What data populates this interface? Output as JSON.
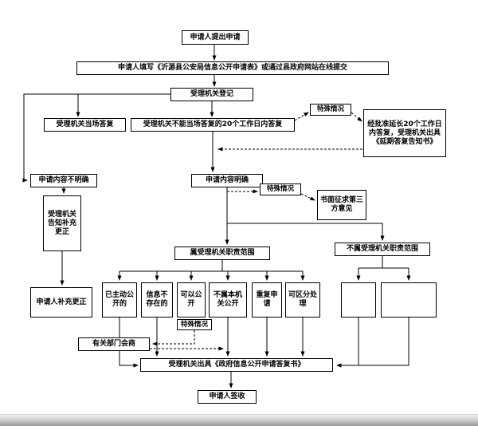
{
  "colors": {
    "line": "#000000",
    "box_bg": "#ffffff",
    "page_bg": "#ffffff"
  },
  "nodes": {
    "start": {
      "label": "申请人提出申请"
    },
    "form": {
      "label": "申请人填写《沂源县公安局信息公开申请表》或通过县政府网站在线提交"
    },
    "register": {
      "label": "受理机关登记"
    },
    "onspot": {
      "label": "受理机关当场答复"
    },
    "within20": {
      "label": "受理机关不能当场答复的20个工作日内答复"
    },
    "special1": {
      "label": "特殊情况"
    },
    "extend": {
      "label": "经批准延长20个工作日内答复，受理机关出具《延期答复告知书》"
    },
    "unclear": {
      "label": "申请内容不明确"
    },
    "clear": {
      "label": "申请内容明确"
    },
    "special2": {
      "label": "特殊情况"
    },
    "thirdparty": {
      "label": "书面征求第三方意见"
    },
    "tellcorrect": {
      "label": "受理机关告知补充更正"
    },
    "applicantcorrect": {
      "label": "申请人补充更正"
    },
    "inscope": {
      "label": "属受理机关职责范围"
    },
    "outscope": {
      "label": "不属受理机关职责范围"
    },
    "b1": {
      "label": "已主动公开的"
    },
    "b2": {
      "label": "信息不存在的"
    },
    "b3": {
      "label": "可以公开"
    },
    "b4": {
      "label": "不属本机关公开"
    },
    "b5": {
      "label": "重复申请"
    },
    "b6": {
      "label": "可区分处理"
    },
    "special3": {
      "label": "特殊情况"
    },
    "consult": {
      "label": "有关部门会商"
    },
    "reply": {
      "label": "受理机关出具《政府信息公开申请答复书》"
    },
    "sign": {
      "label": "申请人签收"
    }
  }
}
